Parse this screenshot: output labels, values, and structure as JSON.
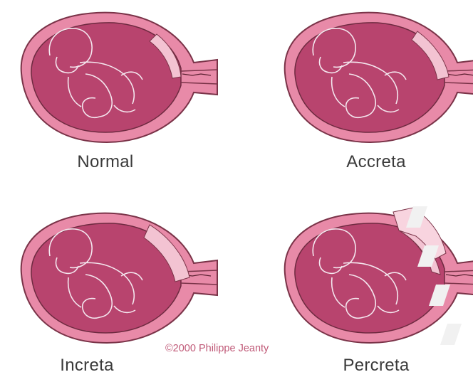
{
  "panels": [
    {
      "label": "Normal",
      "variant": "normal"
    },
    {
      "label": "Accreta",
      "variant": "accreta"
    },
    {
      "label": "Increta",
      "variant": "increta"
    },
    {
      "label": "Percreta",
      "variant": "percreta"
    }
  ],
  "copyright": "©2000 Philippe Jeanty",
  "colors": {
    "uterus_wall": "#e88aa8",
    "uterus_outline": "#7a3348",
    "uterine_cavity": "#b8446e",
    "fetus_line": "#f4e6ee",
    "placenta": "#f3c3d2",
    "label_text": "#3a3a3a",
    "copyright_text": "#c05a78"
  },
  "icons": {
    "fetus": "fetus-icon",
    "uterus": "uterus-icon",
    "placenta": "placenta-icon"
  }
}
